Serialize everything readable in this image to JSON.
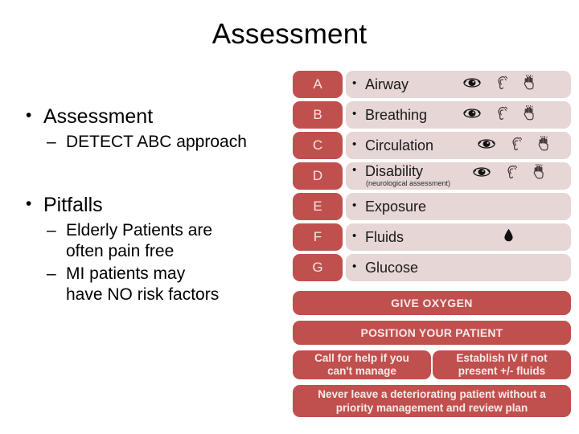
{
  "slide": {
    "title": "Assessment"
  },
  "left_column": {
    "groups": [
      {
        "heading": "Assessment",
        "sub_items": [
          {
            "lines": [
              "DETECT ABC approach"
            ]
          }
        ]
      },
      {
        "heading": "Pitfalls",
        "sub_items": [
          {
            "lines": [
              "Elderly Patients are",
              "often pain free"
            ]
          },
          {
            "lines": [
              "MI patients may",
              "have NO risk factors"
            ]
          }
        ]
      }
    ]
  },
  "abcde": {
    "rows": [
      {
        "letter": "A",
        "label": "Airway",
        "sub": "",
        "icons": [
          "eye-icon",
          "ear-icon",
          "hand-icon"
        ]
      },
      {
        "letter": "B",
        "label": "Breathing",
        "sub": "",
        "icons": [
          "eye-icon",
          "ear-icon",
          "hand-icon"
        ]
      },
      {
        "letter": "C",
        "label": "Circulation",
        "sub": "",
        "icons": [
          "eye-icon",
          "ear-icon",
          "hand-icon"
        ]
      },
      {
        "letter": "D",
        "label": "Disability",
        "sub": "(neurological assessment)",
        "icons": [
          "eye-icon",
          "ear-icon",
          "hand-icon"
        ]
      },
      {
        "letter": "E",
        "label": "Exposure",
        "sub": "",
        "icons": []
      },
      {
        "letter": "F",
        "label": "Fluids",
        "sub": "",
        "icons": [
          "blood-drop-icon"
        ]
      },
      {
        "letter": "G",
        "label": "Glucose",
        "sub": "",
        "icons": []
      }
    ],
    "actions": {
      "give_oxygen": "GIVE OXYGEN",
      "position_patient": "POSITION YOUR PATIENT",
      "call_help_line1": "Call for help if you",
      "call_help_line2": "can't manage",
      "establish_iv_line1": "Establish IV if not",
      "establish_iv_line2": "present +/- fluids",
      "never_leave_line1": "Never leave a deteriorating patient without a",
      "never_leave_line2": "priority management and review plan"
    }
  },
  "colors": {
    "badge_red": "#c0504d",
    "bar_pink": "#e7d6d6",
    "action_red": "#c0504d",
    "text_dark": "#000000",
    "badge_text": "#f4e4e4"
  }
}
